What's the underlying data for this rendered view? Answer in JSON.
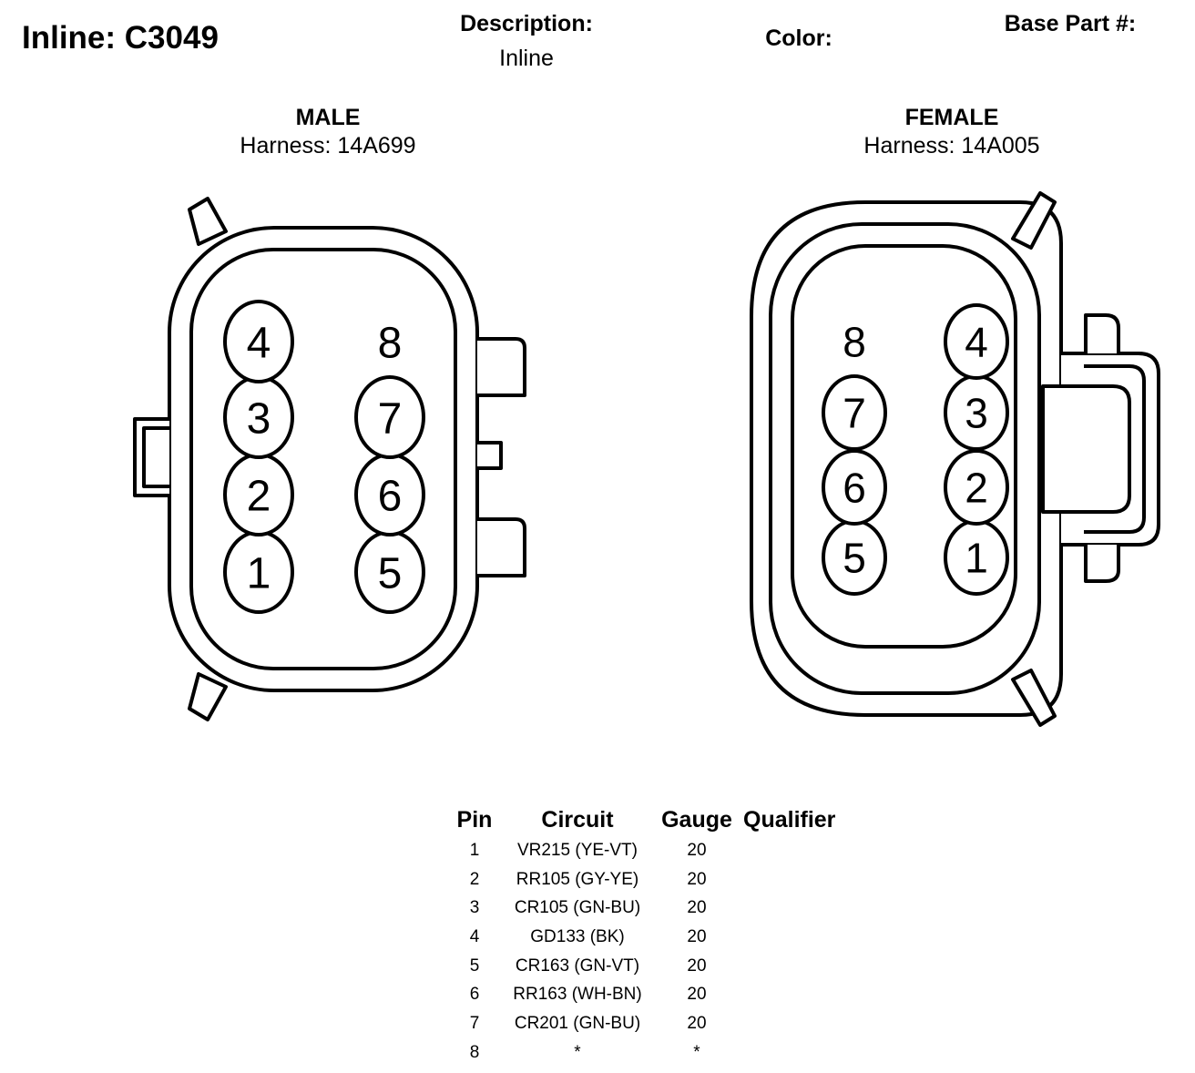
{
  "header": {
    "title": "Inline: C3049",
    "description_label": "Description:",
    "description_value": "Inline",
    "color_label": "Color:",
    "base_part_label": "Base Part #:"
  },
  "male": {
    "label": "MALE",
    "harness": "Harness: 14A699",
    "pins": [
      "1",
      "2",
      "3",
      "4",
      "5",
      "6",
      "7",
      "8"
    ]
  },
  "female": {
    "label": "FEMALE",
    "harness": "Harness: 14A005",
    "pins": [
      "1",
      "2",
      "3",
      "4",
      "5",
      "6",
      "7",
      "8"
    ]
  },
  "pin_table": {
    "headers": [
      "Pin",
      "Circuit",
      "Gauge",
      "Qualifier"
    ],
    "rows": [
      {
        "pin": "1",
        "circuit": "VR215 (YE-VT)",
        "gauge": "20",
        "qualifier": ""
      },
      {
        "pin": "2",
        "circuit": "RR105 (GY-YE)",
        "gauge": "20",
        "qualifier": ""
      },
      {
        "pin": "3",
        "circuit": "CR105 (GN-BU)",
        "gauge": "20",
        "qualifier": ""
      },
      {
        "pin": "4",
        "circuit": "GD133 (BK)",
        "gauge": "20",
        "qualifier": ""
      },
      {
        "pin": "5",
        "circuit": "CR163 (GN-VT)",
        "gauge": "20",
        "qualifier": ""
      },
      {
        "pin": "6",
        "circuit": "RR163 (WH-BN)",
        "gauge": "20",
        "qualifier": ""
      },
      {
        "pin": "7",
        "circuit": "CR201 (GN-BU)",
        "gauge": "20",
        "qualifier": ""
      },
      {
        "pin": "8",
        "circuit": "*",
        "gauge": "*",
        "qualifier": ""
      }
    ]
  }
}
